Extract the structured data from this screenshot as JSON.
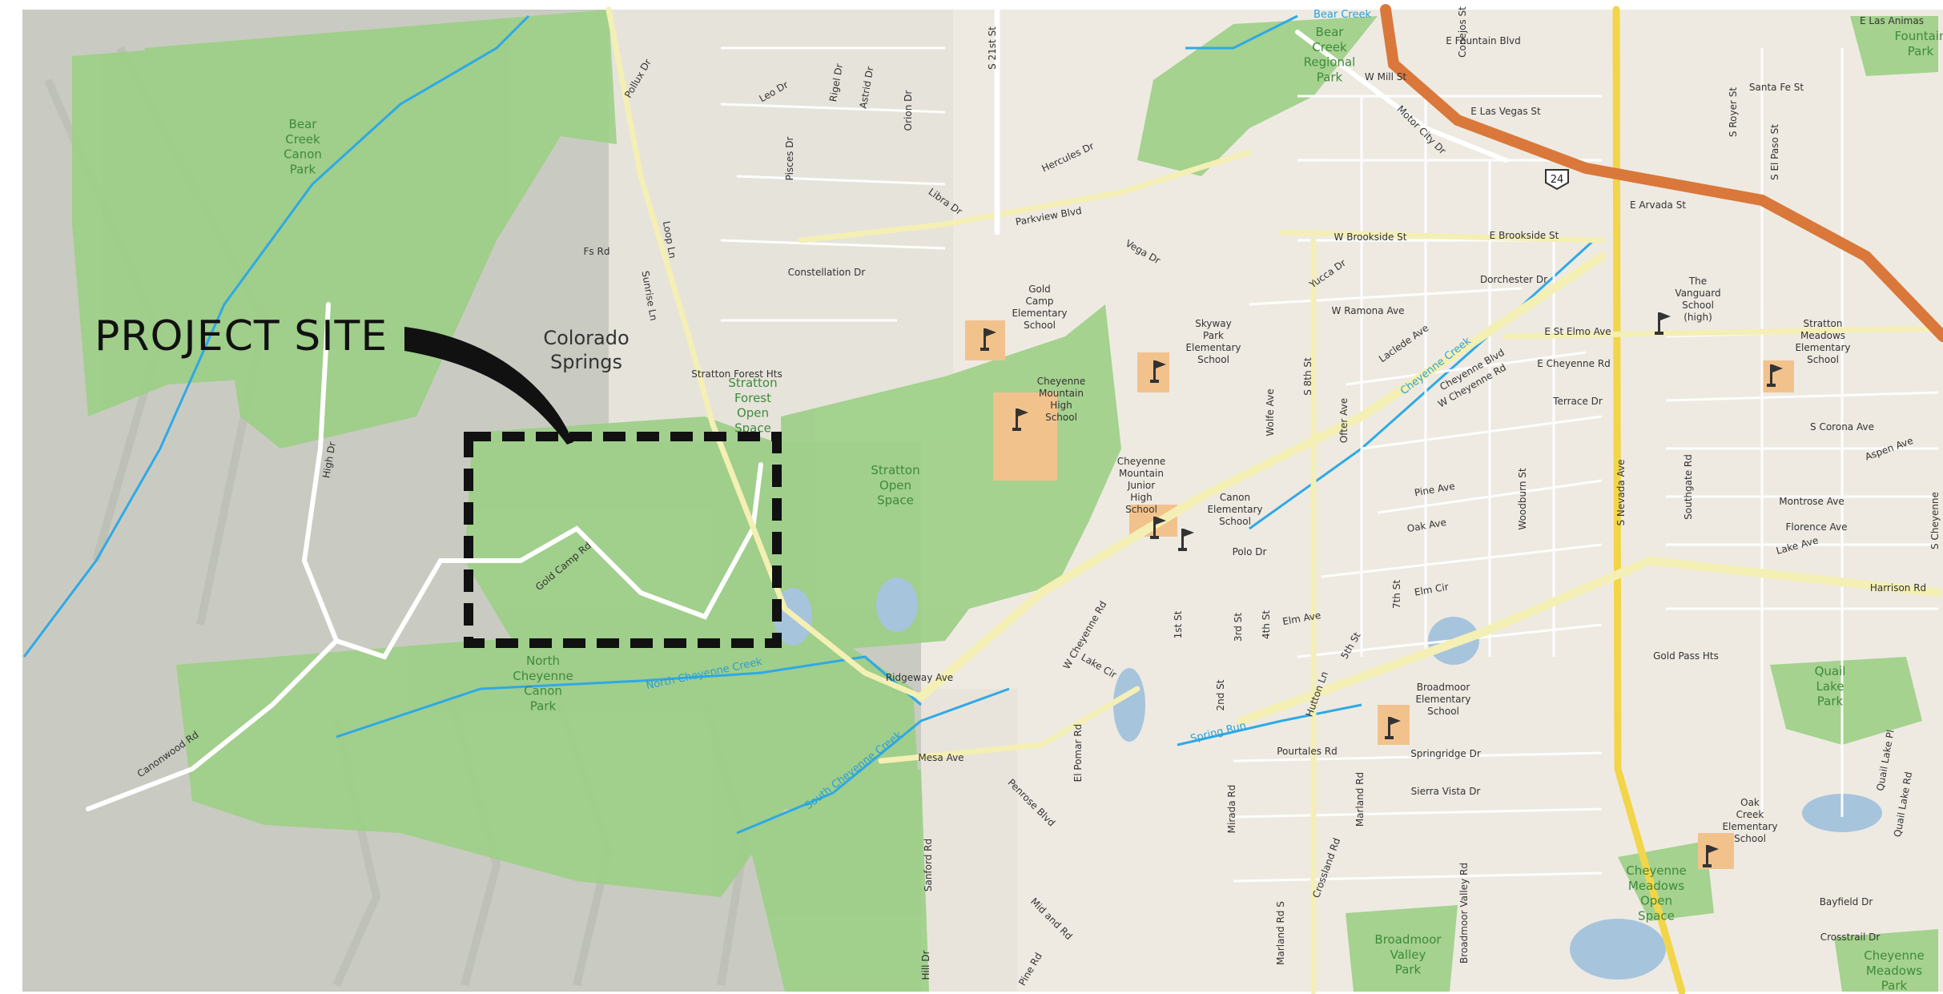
{
  "callout": {
    "label": "PROJECT SITE"
  },
  "colors": {
    "terrain": "#c9cbc2",
    "urban": "#eeeae2",
    "park": "#9ccf86",
    "water": "#a7c4dd",
    "stream": "#2fa9e6",
    "highway": "#d9783a",
    "arterial": "#f2d548",
    "road_casing": "#f4efb4",
    "school": "#f2c28d",
    "label_green": "#3e8a3a",
    "label_dark": "#333333",
    "label_water": "#2a9fd6",
    "project_box": "#111111"
  },
  "icons": {
    "school": "school-flag-icon",
    "highway": "us-highway-shield-icon"
  },
  "shield": {
    "number": "24"
  },
  "labels": {
    "city": "Colorado Springs",
    "parks": [
      "Bear Creek Canon Park",
      "Stratton Forest Open Space",
      "Stratton Open Space",
      "North Cheyenne Canon Park",
      "Bear Creek Regional Park",
      "Fountain Park",
      "Quail Lake Park",
      "Broadmoor Valley Park",
      "Cheyenne Meadows Open Space",
      "Cheyenne Meadows Park"
    ],
    "schools": [
      "Gold Camp Elementary School",
      "Skyway Park Elementary School",
      "Cheyenne Mountain High School",
      "Cheyenne Mountain Junior High School",
      "Canon Elementary School",
      "The Vanguard School (high)",
      "Stratton Meadows Elementary School",
      "Broadmoor Elementary School",
      "Oak Creek Elementary School"
    ],
    "water": [
      "Bear Creek",
      "North Cheyenne Creek",
      "South Cheyenne Creek",
      "Cheyenne Creek",
      "Spring Run"
    ],
    "roads": [
      "Pollux Dr",
      "Leo Dr",
      "Rigel Dr",
      "Astrid Dr",
      "Orion Dr",
      "S 21st St",
      "Pisces Dr",
      "Hercules Dr",
      "Libra Dr",
      "Parkview Blvd",
      "Constellation Dr",
      "Loop Ln",
      "Sunrise Ln",
      "Fs Rd",
      "Vega Dr",
      "Stratton Forest Hts",
      "High Dr",
      "Gold Camp Rd",
      "Ridgeway Ave",
      "Canonwood Rd",
      "Mesa Ave",
      "W Cheyenne Rd",
      "Lake Cir",
      "El Pomar Rd",
      "Penrose Blvd",
      "Sanford Rd",
      "Mid and Rd",
      "Pine Rd",
      "Hill Dr",
      "E Fountain Blvd",
      "W Mill St",
      "E Las Vegas St",
      "Santa Fe St",
      "E Las Animas",
      "Motor City Dr",
      "Conejos St",
      "S Royer St",
      "S El Paso St",
      "E Arvada St",
      "W Brookside St",
      "E Brookside St",
      "Yucca Dr",
      "Dorchester Dr",
      "W Ramona Ave",
      "E St Elmo Ave",
      "Laclede Ave",
      "Cheyenne Blvd",
      "W Cheyenne Rd",
      "E Cheyenne Rd",
      "Terrace Dr",
      "S 8th St",
      "Wolfe Ave",
      "Ofter Ave",
      "S Corona Ave",
      "Aspen Ave",
      "Montrose Ave",
      "Florence Ave",
      "Pine Ave",
      "Oak Ave",
      "Woodburn St",
      "S Nevada Ave",
      "Southgate Rd",
      "S Cheyenne",
      "Polo Dr",
      "Elm Cir",
      "Lake Ave",
      "Harrison Rd",
      "Elm Ave",
      "1st St",
      "3rd St",
      "4th St",
      "5th St",
      "7th St",
      "2nd St",
      "Hutton Ln",
      "Gold Pass Hts",
      "Pourtales Rd",
      "Springridge Dr",
      "Sierra Vista Dr",
      "Mirada Rd",
      "Marland Rd",
      "Crossland Rd",
      "Marland Rd S",
      "Broadmoor Valley Rd",
      "Quail Lake Pl",
      "Quail Lake Rd",
      "Bayfield Dr",
      "Crosstrail Dr"
    ]
  }
}
